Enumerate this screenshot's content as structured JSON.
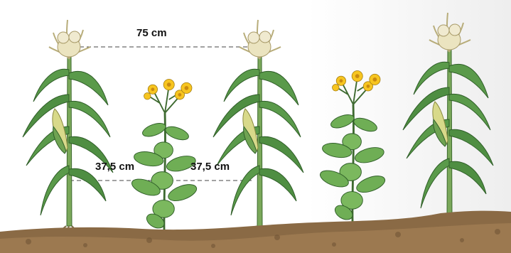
{
  "labels": {
    "row_spacing": "75 cm",
    "left_spacing": "37,5 cm",
    "right_spacing": "37,5 cm"
  },
  "plants": [
    {
      "type": "maize-plant"
    },
    {
      "type": "sunflower-plant"
    },
    {
      "type": "maize-plant"
    },
    {
      "type": "sunflower-plant"
    },
    {
      "type": "maize-plant"
    }
  ],
  "colors": {
    "leaf": "#5a9a4a",
    "leaf_dark": "#3e7a36",
    "stalk": "#7aa85a",
    "tassel": "#e8e0b8",
    "petal": "#f7c520",
    "flower_center": "#c98a10",
    "soil": "#8a6a45",
    "soil_light": "#a88458",
    "dash_line": "#444444"
  }
}
